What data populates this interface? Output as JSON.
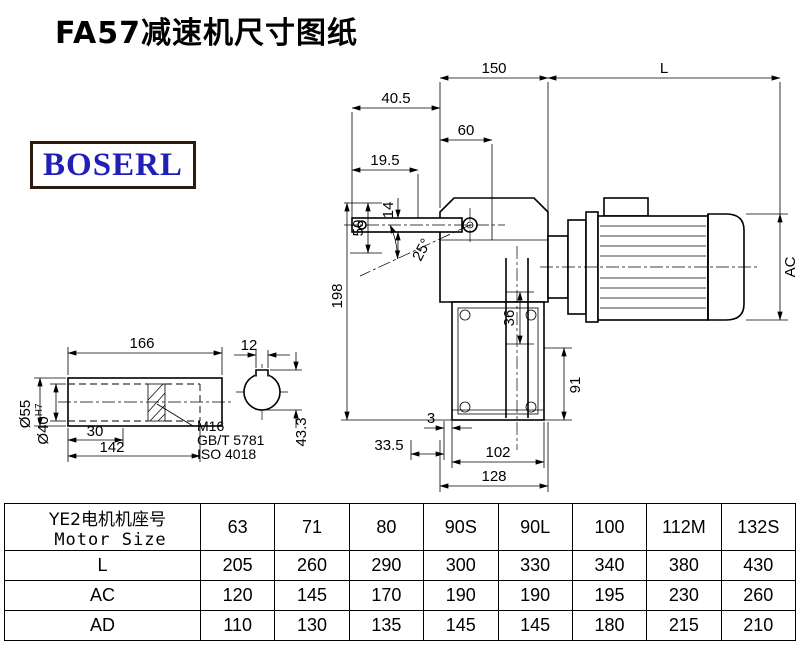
{
  "title": "FA57减速机尺寸图纸",
  "logo": {
    "text": "BOSERL",
    "color": "#2020b8"
  },
  "drawing": {
    "dims": {
      "d150": "150",
      "dL": "L",
      "d40_5": "40.5",
      "d60": "60",
      "d19_5": "19.5",
      "d50": "50",
      "d14": "14",
      "a25": "25°",
      "d198": "198",
      "d36": "36",
      "dAC": "AC",
      "d91": "91",
      "d3": "3",
      "d33_5": "33.5",
      "d102": "102",
      "d128": "128",
      "d166": "166",
      "d12": "12",
      "d30": "30",
      "d142": "142",
      "d43_3": "43.3",
      "dia55": "Ø55",
      "dia40": "Ø40",
      "dia40_fit": "H7",
      "m16": "M16",
      "gbt5781": "GB/T 5781",
      "iso4018": "ISO 4018"
    }
  },
  "table": {
    "motor_label_cn": "YE2电机机座号",
    "motor_label_en": "Motor Size",
    "sizes": [
      "63",
      "71",
      "80",
      "90S",
      "90L",
      "100",
      "112M",
      "132S"
    ],
    "rows": [
      {
        "label": "L",
        "values": [
          "205",
          "260",
          "290",
          "300",
          "330",
          "340",
          "380",
          "430"
        ]
      },
      {
        "label": "AC",
        "values": [
          "120",
          "145",
          "170",
          "190",
          "190",
          "195",
          "230",
          "260"
        ]
      },
      {
        "label": "AD",
        "values": [
          "110",
          "130",
          "135",
          "145",
          "145",
          "180",
          "215",
          "210"
        ]
      }
    ]
  }
}
